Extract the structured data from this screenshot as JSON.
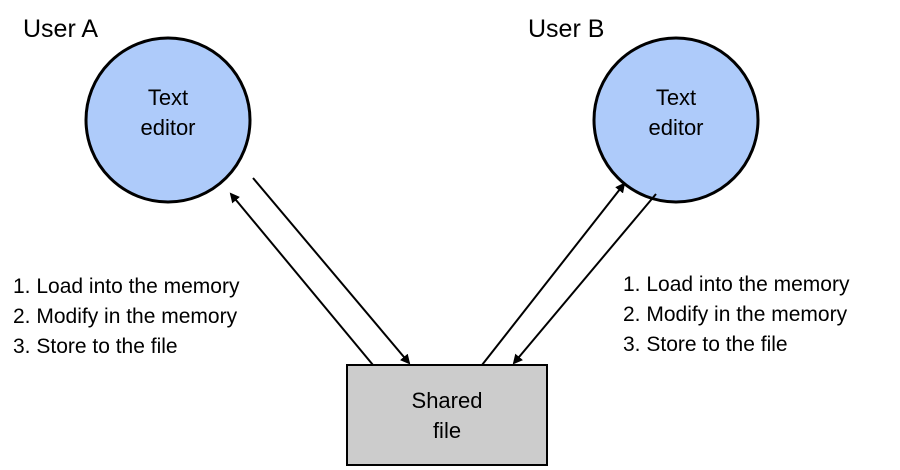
{
  "users": [
    {
      "label": "User A",
      "editor": {
        "line1": "Text",
        "line2": "editor"
      },
      "steps": [
        "1. Load into the memory",
        "2. Modify in the memory",
        "3. Store to the file"
      ]
    },
    {
      "label": "User B",
      "editor": {
        "line1": "Text",
        "line2": "editor"
      },
      "steps": [
        "1. Load into the memory",
        "2. Modify in the memory",
        "3. Store to the file"
      ]
    }
  ],
  "shared": {
    "line1": "Shared",
    "line2": "file"
  },
  "colors": {
    "editor_fill": "#aecbfa",
    "file_fill": "#cccccc",
    "stroke": "#000000"
  }
}
